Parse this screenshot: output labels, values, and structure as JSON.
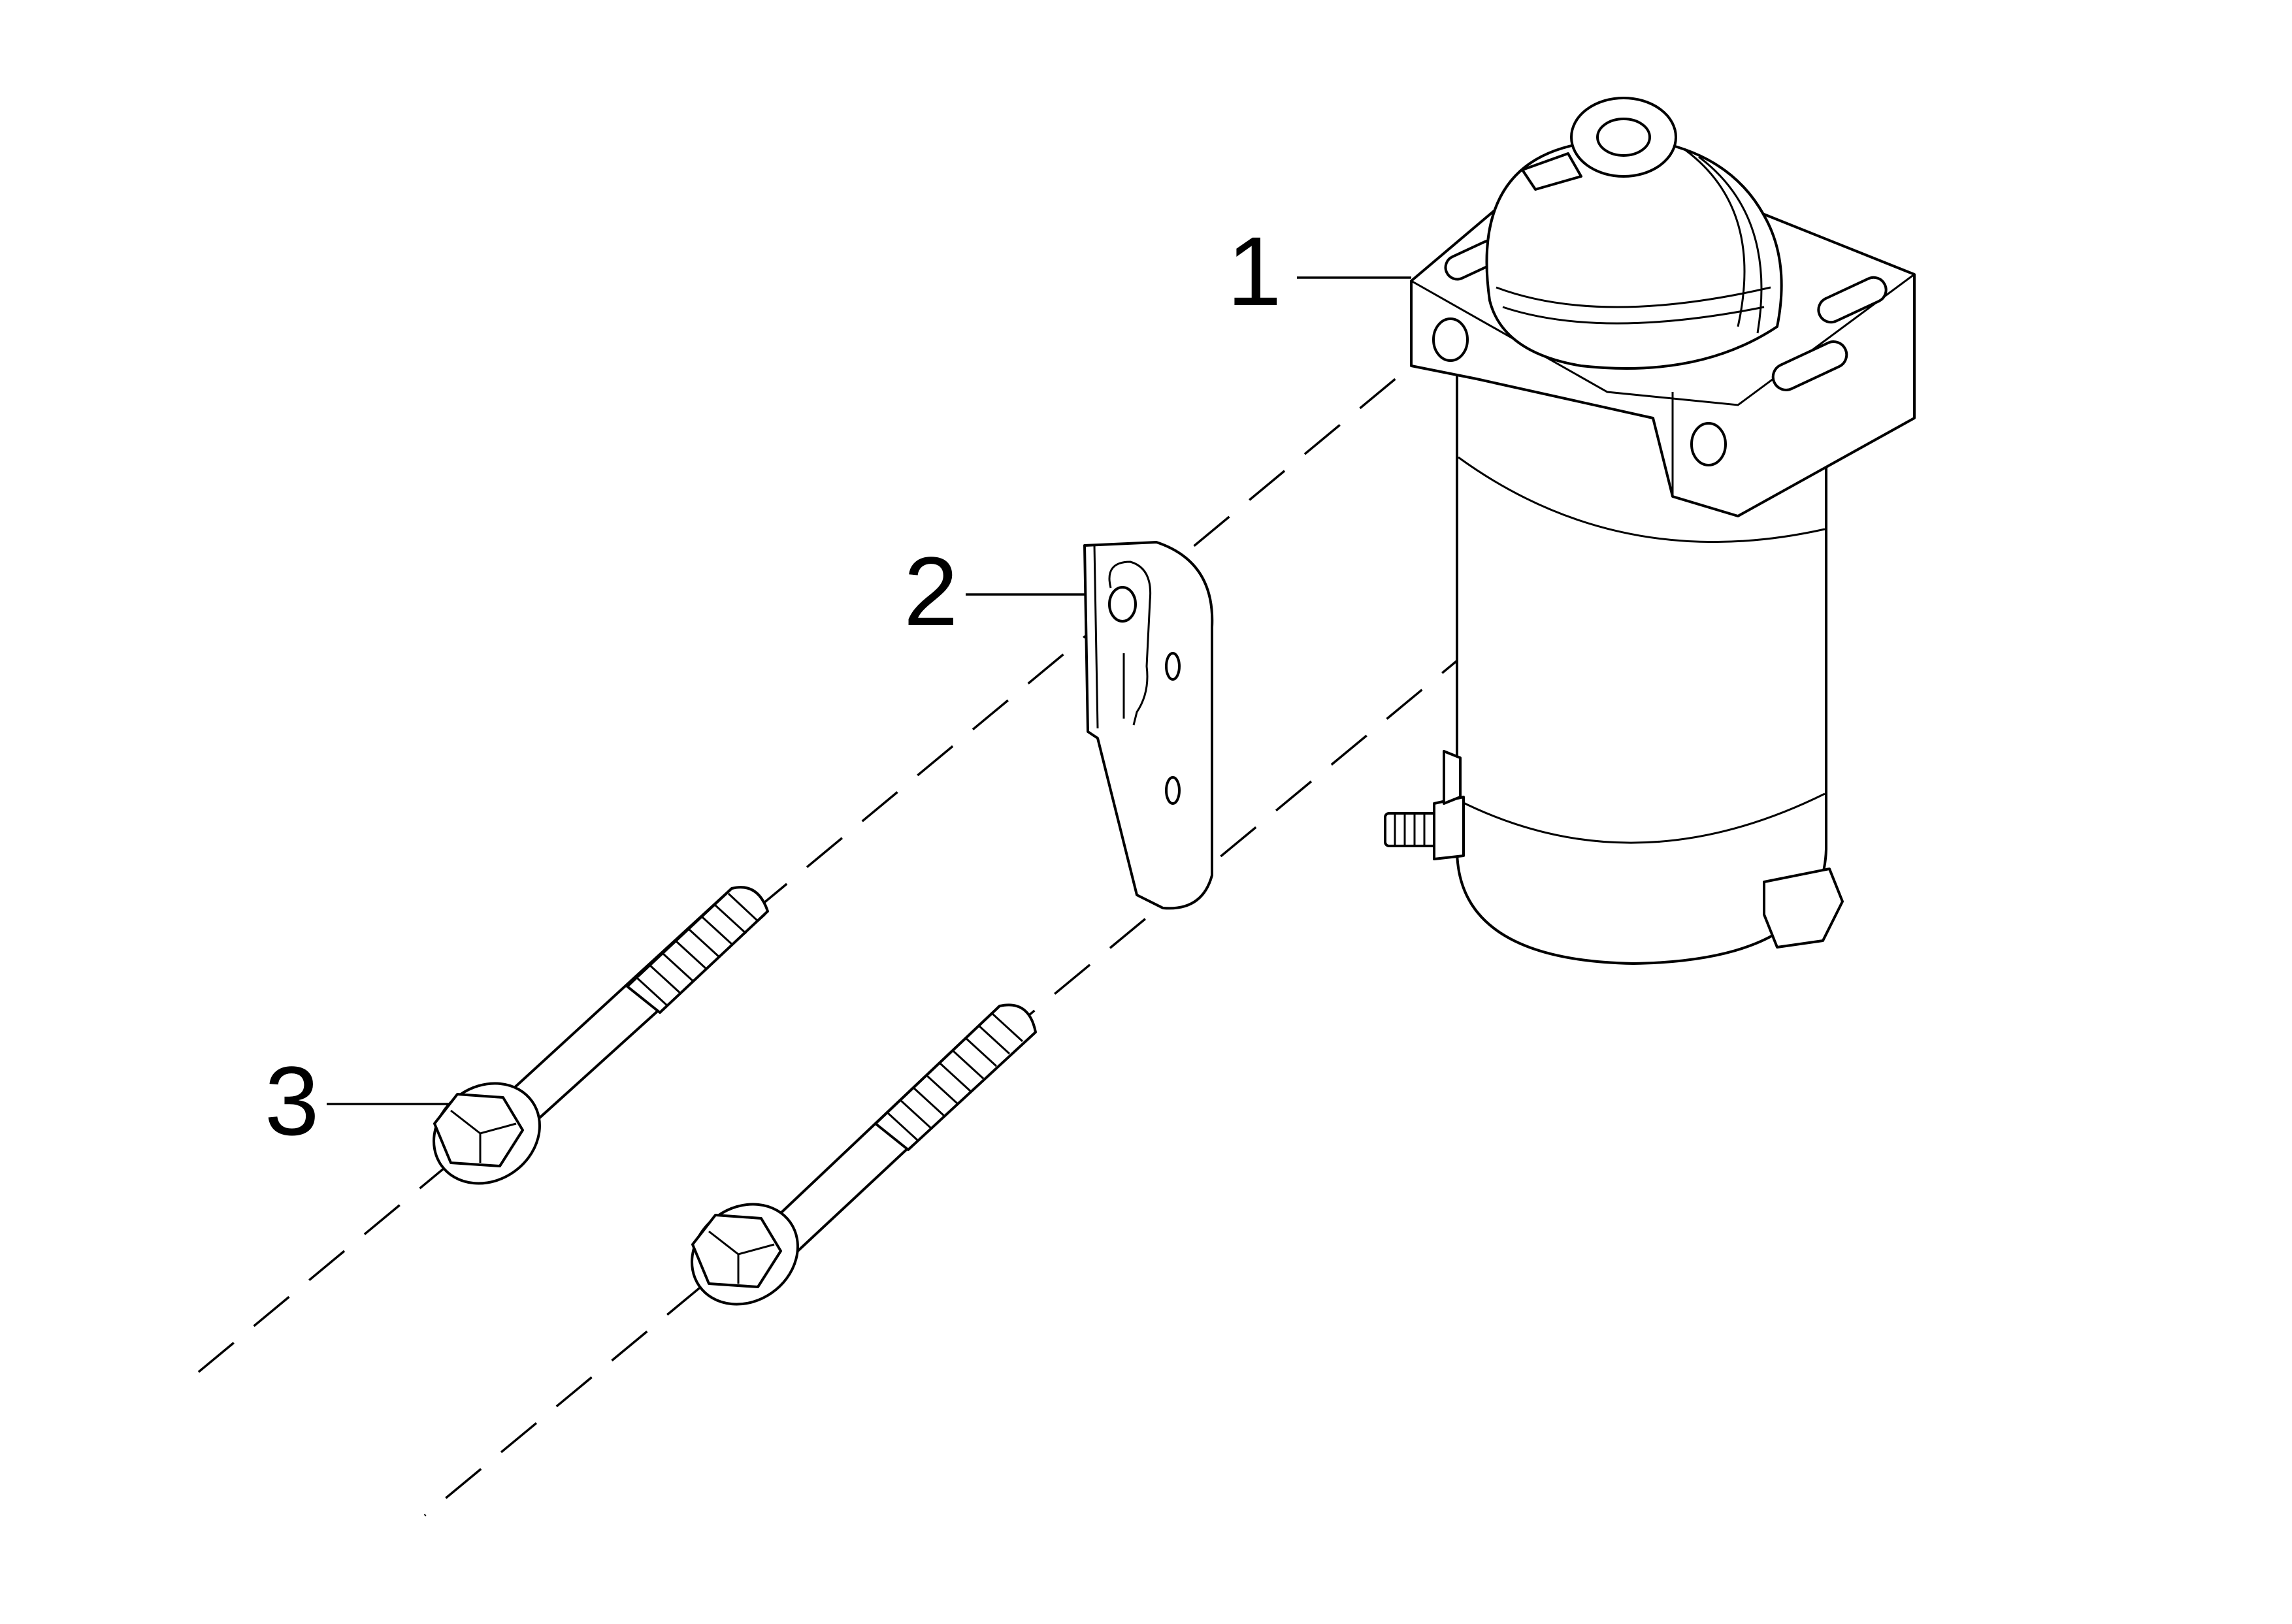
{
  "callouts": [
    {
      "number": "1"
    },
    {
      "number": "2"
    },
    {
      "number": "3"
    }
  ],
  "parts": {
    "part_1": "starter-motor",
    "part_2": "mounting-bracket",
    "part_3": "flange-bolt"
  }
}
